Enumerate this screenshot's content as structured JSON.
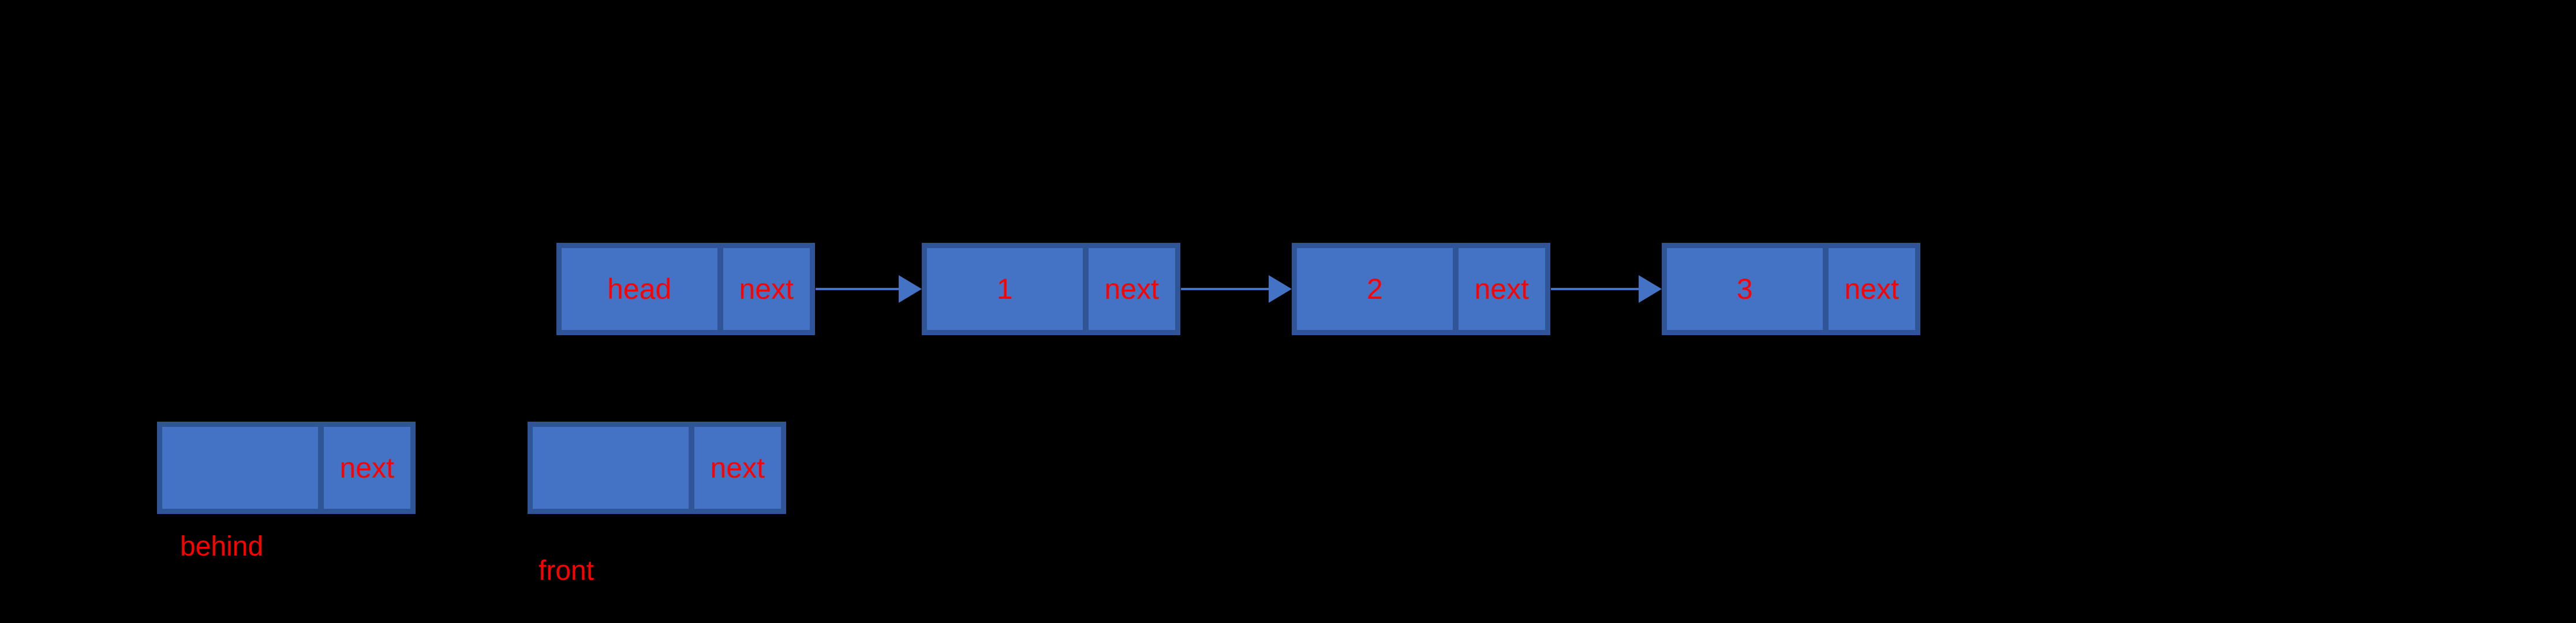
{
  "colors": {
    "bg": "#000000",
    "box_fill": "#4472C4",
    "box_border": "#2F5597",
    "text_color": "#FF0000",
    "arrow_color": "#4472C4"
  },
  "diagram": {
    "type": "singly-linked-list",
    "nodes": [
      {
        "id": "head",
        "value": "head",
        "next_label": "next"
      },
      {
        "id": "node-1",
        "value": "1",
        "next_label": "next"
      },
      {
        "id": "node-2",
        "value": "2",
        "next_label": "next"
      },
      {
        "id": "node-3",
        "value": "3",
        "next_label": "next"
      }
    ],
    "edges": [
      {
        "from": "head",
        "to": "node-1"
      },
      {
        "from": "node-1",
        "to": "node-2"
      },
      {
        "from": "node-2",
        "to": "node-3"
      }
    ],
    "pointers": [
      {
        "id": "behind",
        "value": "",
        "next_label": "next",
        "label": "behind"
      },
      {
        "id": "front",
        "value": "",
        "next_label": "next",
        "label": "front"
      }
    ]
  }
}
